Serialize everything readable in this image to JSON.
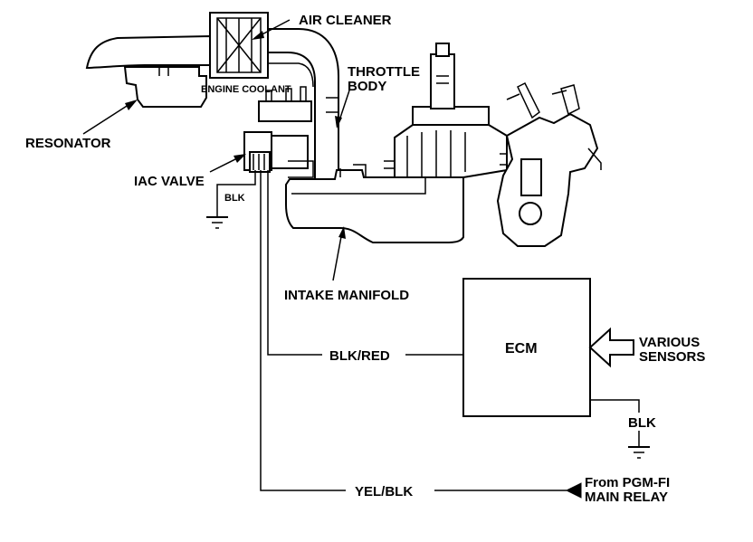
{
  "labels": {
    "air_cleaner": "AIR CLEANER",
    "throttle_body_1": "THROTTLE",
    "throttle_body_2": "BODY",
    "engine_coolant": "ENGINE COOLANT",
    "resonator": "RESONATOR",
    "iac_valve": "IAC VALVE",
    "blk_ground_iac": "BLK",
    "intake_manifold": "INTAKE MANIFOLD",
    "ecm": "ECM",
    "various_sensors_1": "VARIOUS",
    "various_sensors_2": "SENSORS",
    "blk_red": "BLK/RED",
    "blk_ground_ecm": "BLK",
    "yel_blk": "YEL/BLK",
    "main_relay_1": "From PGM-FI",
    "main_relay_2": "MAIN RELAY"
  }
}
